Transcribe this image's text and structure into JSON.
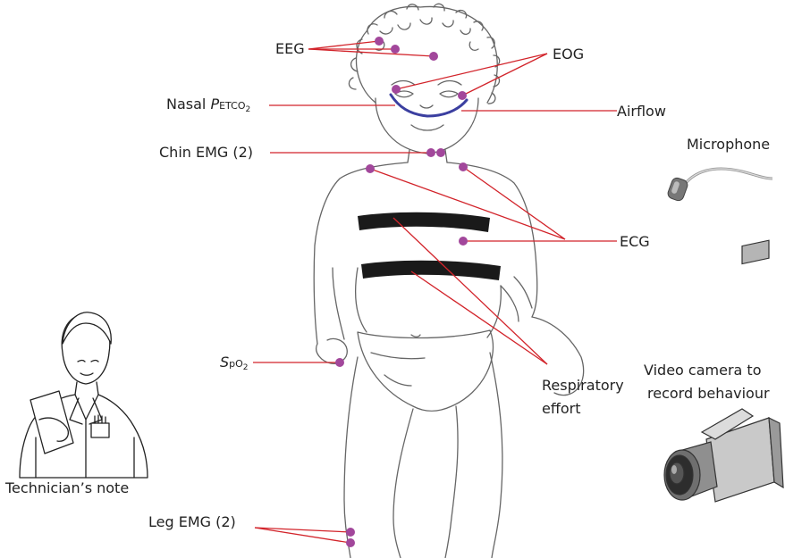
{
  "colors": {
    "electrode": "#a2479b",
    "leader": "#d2232a",
    "airflow": "#3b3fa0",
    "line_art": "#555555",
    "belt": "#1a1a1a"
  },
  "labels": {
    "eeg": "EEG",
    "eog": "EOG",
    "nasal_prefix": "Nasal ",
    "nasal_p": "P",
    "nasal_etco": "ETCO",
    "nasal_sub": "2",
    "airflow": "Airflow",
    "chin_emg": "Chin EMG (2)",
    "microphone": "Microphone",
    "ecg": "ECG",
    "spo2_s": "S",
    "spo2_po": "pO",
    "spo2_sub": "2",
    "respiratory_1": "Respiratory",
    "respiratory_2": "effort",
    "video_1": "Video camera to",
    "video_2": "record behaviour",
    "technician": "Technician’s note",
    "leg_emg": "Leg EMG (2)"
  },
  "icons": [
    "child-figure",
    "technician-icon",
    "microphone-icon",
    "video-camera-icon"
  ]
}
